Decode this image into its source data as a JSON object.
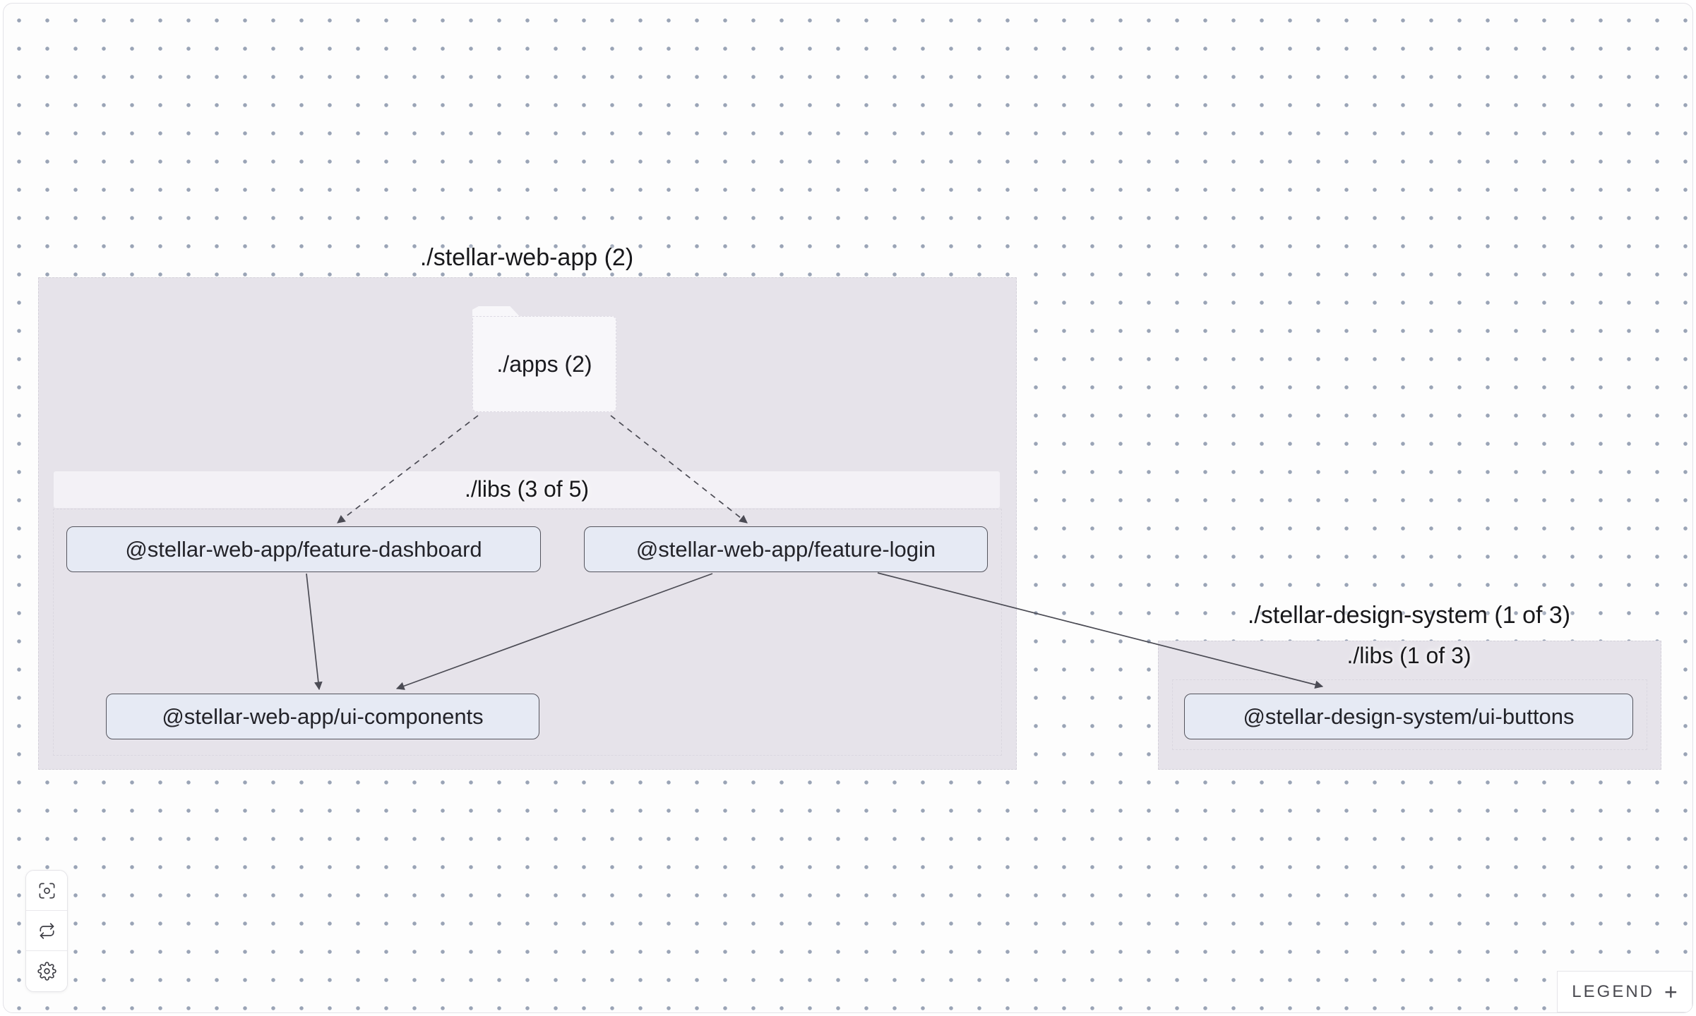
{
  "graph": {
    "groups": [
      {
        "id": "stellar-web-app",
        "label": "./stellar-web-app (2)",
        "folder": {
          "label": "./apps (2)"
        },
        "subgroup": {
          "label": "./libs (3 of 5)"
        }
      },
      {
        "id": "stellar-design-system",
        "label": "./stellar-design-system (1 of 3)",
        "subgroup": {
          "label": "./libs (1 of 3)"
        }
      }
    ],
    "nodes": [
      {
        "label": "@stellar-web-app/feature-dashboard"
      },
      {
        "label": "@stellar-web-app/feature-login"
      },
      {
        "label": "@stellar-web-app/ui-components"
      },
      {
        "label": "@stellar-design-system/ui-buttons"
      }
    ],
    "edges": [
      {
        "from": "./apps",
        "to": "@stellar-web-app/feature-dashboard",
        "style": "dashed"
      },
      {
        "from": "./apps",
        "to": "@stellar-web-app/feature-login",
        "style": "dashed"
      },
      {
        "from": "@stellar-web-app/feature-dashboard",
        "to": "@stellar-web-app/ui-components",
        "style": "solid"
      },
      {
        "from": "@stellar-web-app/feature-login",
        "to": "@stellar-web-app/ui-components",
        "style": "solid"
      },
      {
        "from": "@stellar-web-app/feature-login",
        "to": "@stellar-design-system/ui-buttons",
        "style": "solid"
      }
    ]
  },
  "toolbar": {
    "buttons": [
      {
        "icon": "focus-icon"
      },
      {
        "icon": "refresh-icon"
      },
      {
        "icon": "gear-icon"
      }
    ]
  },
  "legend": {
    "label": "LEGEND",
    "expand_icon": "+"
  },
  "colors": {
    "canvas_bg": "#fdfdfd",
    "dot": "#9aa4b6",
    "group_bg": "#e6e3ea",
    "group_border": "#d4d1da",
    "folder_bg": "#f8f7fa",
    "node_bg": "#e6eaf4",
    "node_border": "#54545d",
    "node_text": "#232329",
    "edge": "#4b4b54"
  }
}
